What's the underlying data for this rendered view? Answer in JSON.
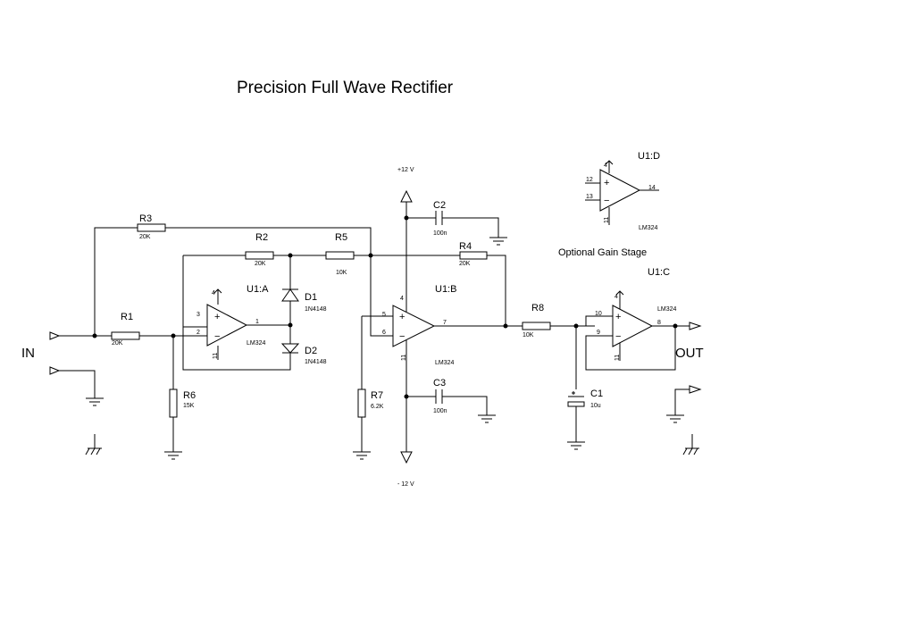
{
  "title": "Precision Full Wave Rectifier",
  "supply": {
    "positive": "+12 V",
    "negative": "- 12 V"
  },
  "terminals": {
    "input": "IN",
    "output": "OUT"
  },
  "optional_note": "Optional Gain Stage",
  "resistors": [
    {
      "ref": "R1",
      "value": "20K"
    },
    {
      "ref": "R2",
      "value": "20K"
    },
    {
      "ref": "R3",
      "value": "20K"
    },
    {
      "ref": "R4",
      "value": "20K"
    },
    {
      "ref": "R5",
      "value": "10K"
    },
    {
      "ref": "R6",
      "value": "15K"
    },
    {
      "ref": "R7",
      "value": "6.2K"
    },
    {
      "ref": "R8",
      "value": "10K"
    }
  ],
  "capacitors": [
    {
      "ref": "C1",
      "value": "10u"
    },
    {
      "ref": "C2",
      "value": "100n"
    },
    {
      "ref": "C3",
      "value": "100n"
    }
  ],
  "diodes": [
    {
      "ref": "D1",
      "value": "1N4148"
    },
    {
      "ref": "D2",
      "value": "1N4148"
    }
  ],
  "opamps": [
    {
      "ref": "U1:A",
      "part": "LM324",
      "pin_plus": "3",
      "pin_minus": "2",
      "pin_out": "1",
      "pin_vplus": "4",
      "pin_vminus": "11"
    },
    {
      "ref": "U1:B",
      "part": "LM324",
      "pin_plus": "5",
      "pin_minus": "6",
      "pin_out": "7",
      "pin_vplus": "4",
      "pin_vminus": "11"
    },
    {
      "ref": "U1:C",
      "part": "LM324",
      "pin_plus": "10",
      "pin_minus": "9",
      "pin_out": "8",
      "pin_vplus": "4",
      "pin_vminus": "11"
    },
    {
      "ref": "U1:D",
      "part": "LM324",
      "pin_plus": "12",
      "pin_minus": "13",
      "pin_out": "14",
      "pin_vplus": "4",
      "pin_vminus": "11"
    }
  ],
  "signs": {
    "plus": "+",
    "minus": "−"
  }
}
